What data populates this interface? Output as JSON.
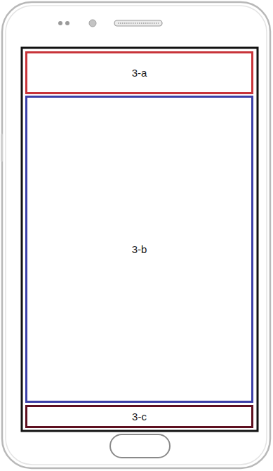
{
  "diagram": {
    "nodes": [
      {
        "text": [
          "3-a"
        ]
      },
      {
        "text": [
          "3-b"
        ]
      },
      {
        "text": [
          "3-c"
        ]
      }
    ]
  }
}
